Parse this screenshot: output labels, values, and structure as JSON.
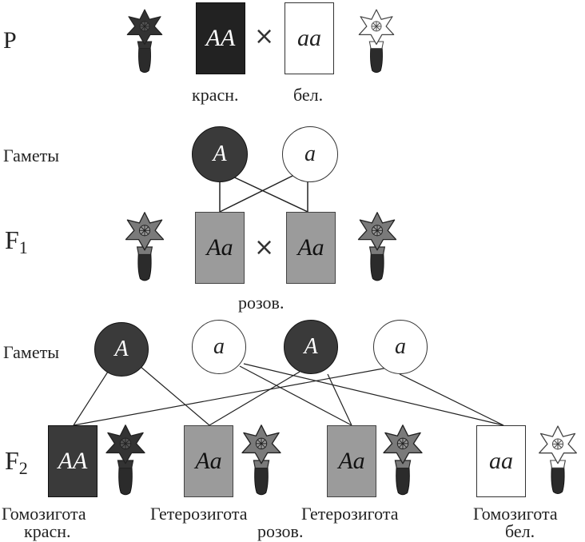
{
  "colors": {
    "red": "#3a3a3a",
    "pink": "#9b9b9b",
    "white": "#ffffff",
    "stem": "#2b2b2b",
    "line": "#222222"
  },
  "rows": {
    "p_label": "P",
    "gametes_label_1": "Гаметы",
    "f1_label": "F",
    "f1_sub": "1",
    "gametes_label_2": "Гаметы",
    "f2_label": "F",
    "f2_sub": "2"
  },
  "parents": {
    "left": {
      "genotype": "AA",
      "phenotype": "красн.",
      "flower": "red"
    },
    "cross": "×",
    "right": {
      "genotype": "aa",
      "phenotype": "бел.",
      "flower": "white"
    }
  },
  "gametes_p": [
    {
      "allele": "A",
      "fill": "red"
    },
    {
      "allele": "a",
      "fill": "white"
    }
  ],
  "f1": {
    "left": {
      "genotype": "Aa",
      "flower": "pink"
    },
    "cross": "×",
    "right": {
      "genotype": "Aa",
      "flower": "pink"
    },
    "phenotype": "розов."
  },
  "gametes_f1": [
    {
      "allele": "A",
      "fill": "red"
    },
    {
      "allele": "a",
      "fill": "white"
    },
    {
      "allele": "A",
      "fill": "red"
    },
    {
      "allele": "a",
      "fill": "white"
    }
  ],
  "f2": [
    {
      "genotype": "AA",
      "fill": "red",
      "flower": "red",
      "type": "Гомозигота",
      "phenotype": "красн."
    },
    {
      "genotype": "Aa",
      "fill": "pink",
      "flower": "pink",
      "type": "Гетерозигота",
      "phenotype": ""
    },
    {
      "genotype": "Aa",
      "fill": "pink",
      "flower": "pink",
      "type": "Гетерозигота",
      "phenotype": ""
    },
    {
      "genotype": "aa",
      "fill": "white",
      "flower": "white",
      "type": "Гомозигота",
      "phenotype": "бел."
    }
  ],
  "f2_shared_phenotype": "розов."
}
